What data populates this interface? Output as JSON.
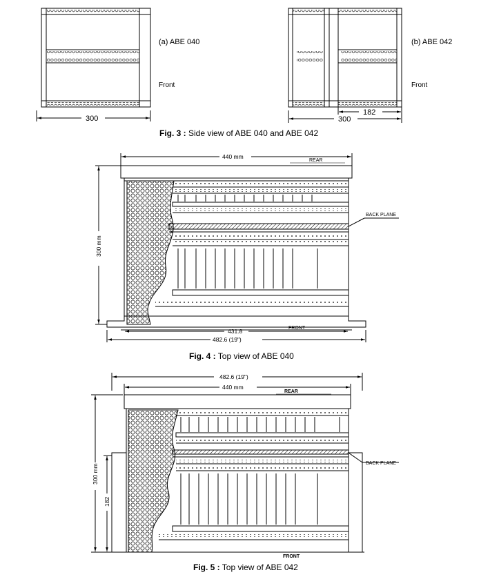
{
  "fig3": {
    "label_a": "(a) ABE 040",
    "label_b": "(b) ABE 042",
    "front_a": "Front",
    "front_b": "Front",
    "dim_a": "300",
    "dim_b_inner": "182",
    "dim_b": "300",
    "caption_bold": "Fig. 3 :",
    "caption_text": " Side view of ABE 040 and ABE 042"
  },
  "fig4": {
    "top_dim": "440  mm",
    "rear": "REAR",
    "back_plane": "BACK  PLANE",
    "side_dim": "300  mm",
    "front": "FRONT",
    "dim_inner": "431.8",
    "dim_outer": "482.6    (19\")",
    "caption_bold": "Fig. 4 :",
    "caption_text": " Top view of ABE 040"
  },
  "fig5": {
    "top_dim_outer": "482.6   (19\")",
    "top_dim": "440  mm",
    "rear": "REAR",
    "back_plane": "BACK  PLANE",
    "side_dim": "300  mm",
    "side_dim_inner": "182",
    "front": "FRONT",
    "caption_bold": "Fig. 5 :",
    "caption_text": " Top view of ABE 042"
  }
}
